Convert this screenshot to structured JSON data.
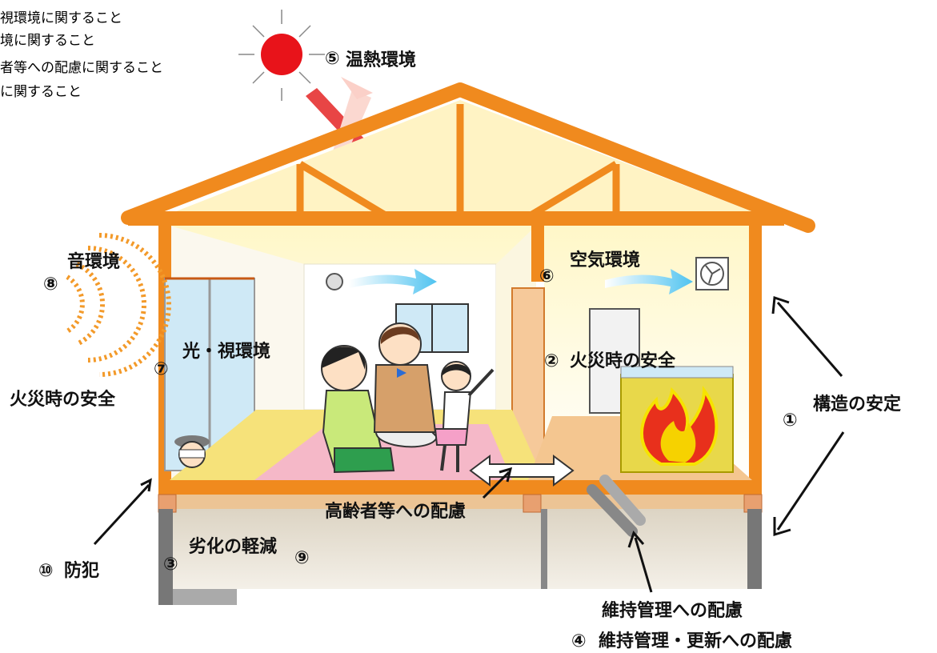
{
  "top_notes": [
    "視環境に関すること",
    "境に関すること",
    "者等への配慮に関すること",
    "に関すること"
  ],
  "labels": {
    "thermal": "温熱環境",
    "sound": "音環境",
    "air": "空気環境",
    "light": "光・視環境",
    "fire_left": "火災時の安全",
    "fire_right": "火災時の安全",
    "structure": "構造の安定",
    "elderly": "高齢者等への配慮",
    "deterioration": "劣化の軽減",
    "crime": "防犯",
    "maintenance_small": "維持管理への配慮",
    "maintenance_full": "維持管理・更新への配慮"
  },
  "numbers": {
    "n1": "①",
    "n2": "②",
    "n3": "③",
    "n4": "④",
    "n5": "⑤",
    "n6": "⑥",
    "n7": "⑦",
    "n8": "⑧",
    "n9": "⑨",
    "n10": "⑩"
  },
  "colors": {
    "frame": "#f08a1e",
    "wall": "#fffbe0",
    "roof_fill": "#fff3c4",
    "floor": "#f6e27a",
    "rug": "#f5b8c8",
    "sun": "#e8131a",
    "airflow": "#5cc6f0",
    "foundation": "#c9c9c9",
    "crawlspace": "#e7e2d6",
    "fire_red": "#e8301c",
    "fire_yellow": "#f6e300",
    "sound_waves": "#f39a2a"
  }
}
